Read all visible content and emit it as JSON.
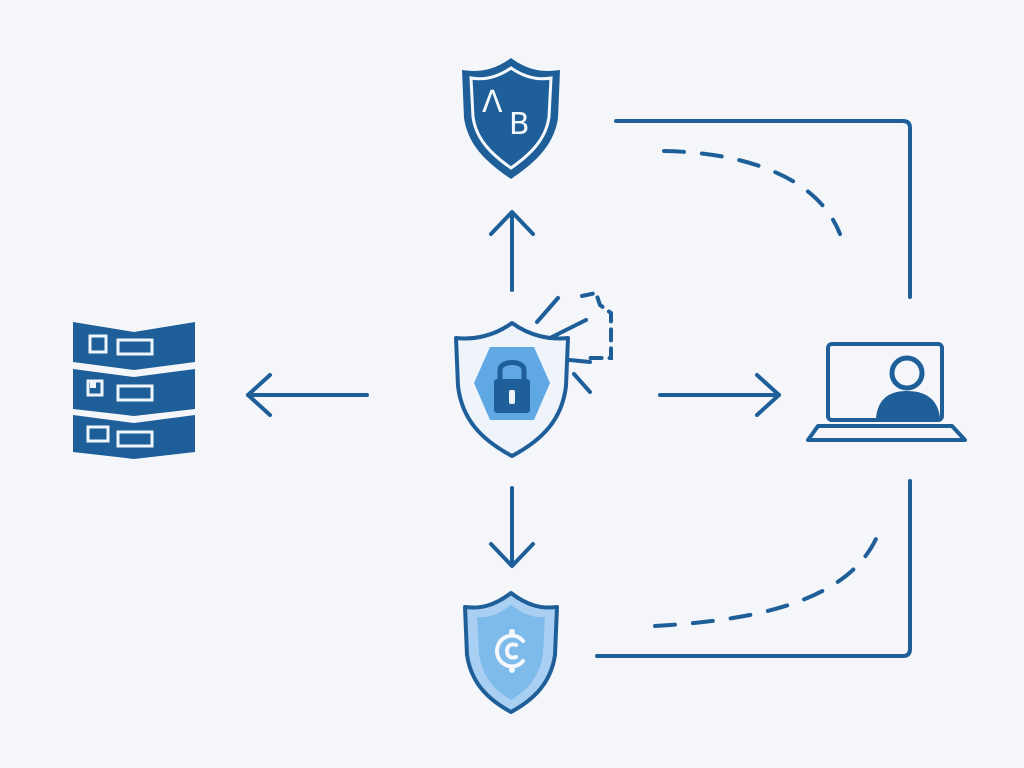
{
  "diagram": {
    "nodes": [
      {
        "id": "central-lock-shield",
        "icon": "lock-shield-icon"
      },
      {
        "id": "top-shield",
        "icon": "shield-ab-icon",
        "glyphs": [
          "Λ",
          "B"
        ]
      },
      {
        "id": "bottom-shield",
        "icon": "shield-c-icon"
      },
      {
        "id": "server-stack",
        "icon": "server-stack-icon"
      },
      {
        "id": "laptop-user",
        "icon": "laptop-user-icon"
      }
    ],
    "edges": [
      {
        "from": "central-lock-shield",
        "to": "top-shield",
        "style": "arrow"
      },
      {
        "from": "central-lock-shield",
        "to": "bottom-shield",
        "style": "arrow"
      },
      {
        "from": "central-lock-shield",
        "to": "server-stack",
        "style": "arrow"
      },
      {
        "from": "central-lock-shield",
        "to": "laptop-user",
        "style": "arrow"
      },
      {
        "from": "top-shield",
        "to": "laptop-user",
        "style": "bracket-line"
      },
      {
        "from": "bottom-shield",
        "to": "laptop-user",
        "style": "bracket-line"
      },
      {
        "from": "top-shield",
        "to": "laptop-user",
        "style": "dashed-curve"
      },
      {
        "from": "bottom-shield",
        "to": "laptop-user",
        "style": "dashed-curve"
      }
    ],
    "colors": {
      "primary": "#1f5f99",
      "accent": "#5fa8e4",
      "light": "#a9d0f2",
      "background": "#f4f6f9"
    }
  }
}
